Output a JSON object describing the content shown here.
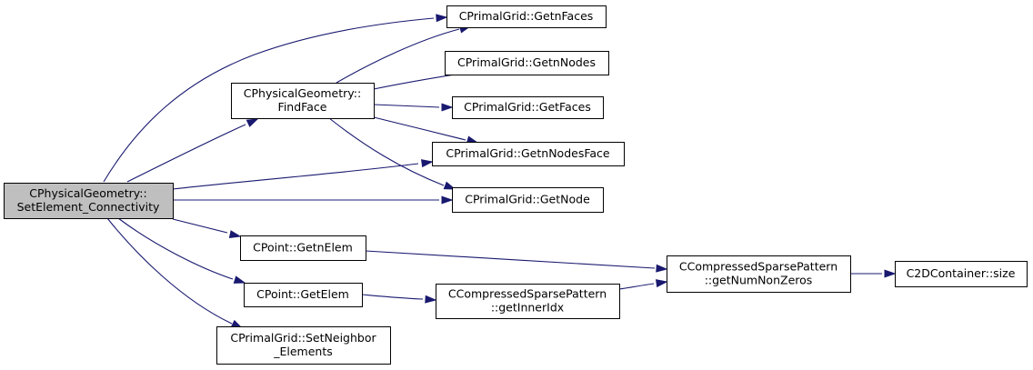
{
  "nodes": [
    {
      "id": "root",
      "lines": [
        "CPhysicalGeometry::",
        "SetElement_Connectivity"
      ],
      "root": true
    },
    {
      "id": "findface",
      "lines": [
        "CPhysicalGeometry::",
        "FindFace"
      ]
    },
    {
      "id": "getnfaces",
      "lines": [
        "CPrimalGrid::GetnFaces"
      ]
    },
    {
      "id": "getnnodes",
      "lines": [
        "CPrimalGrid::GetnNodes"
      ]
    },
    {
      "id": "getfaces",
      "lines": [
        "CPrimalGrid::GetFaces"
      ]
    },
    {
      "id": "getnnodesface",
      "lines": [
        "CPrimalGrid::GetnNodesFace"
      ]
    },
    {
      "id": "getnode",
      "lines": [
        "CPrimalGrid::GetNode"
      ]
    },
    {
      "id": "getnelem",
      "lines": [
        "CPoint::GetnElem"
      ]
    },
    {
      "id": "getelem",
      "lines": [
        "CPoint::GetElem"
      ]
    },
    {
      "id": "setneighbor",
      "lines": [
        "CPrimalGrid::SetNeighbor",
        "_Elements"
      ]
    },
    {
      "id": "getinneridx",
      "lines": [
        "CCompressedSparsePattern",
        "::getInnerIdx"
      ]
    },
    {
      "id": "getnumnonzeros",
      "lines": [
        "CCompressedSparsePattern",
        "::getNumNonZeros"
      ]
    },
    {
      "id": "size",
      "lines": [
        "C2DContainer::size"
      ]
    }
  ],
  "edges": [
    {
      "from": "root",
      "to": "getnfaces"
    },
    {
      "from": "root",
      "to": "findface"
    },
    {
      "from": "root",
      "to": "getnnodesface"
    },
    {
      "from": "root",
      "to": "getnode"
    },
    {
      "from": "root",
      "to": "getnelem"
    },
    {
      "from": "root",
      "to": "getelem"
    },
    {
      "from": "root",
      "to": "setneighbor"
    },
    {
      "from": "findface",
      "to": "getnfaces"
    },
    {
      "from": "findface",
      "to": "getnnodes"
    },
    {
      "from": "findface",
      "to": "getfaces"
    },
    {
      "from": "findface",
      "to": "getnnodesface"
    },
    {
      "from": "findface",
      "to": "getnode"
    },
    {
      "from": "getnelem",
      "to": "getnumnonzeros"
    },
    {
      "from": "getelem",
      "to": "getinneridx"
    },
    {
      "from": "getinneridx",
      "to": "getnumnonzeros"
    },
    {
      "from": "getnumnonzeros",
      "to": "size"
    }
  ],
  "colors": {
    "edge": "#191970",
    "root_fill": "#bfbfbf",
    "node_fill": "#ffffff",
    "border": "#000000"
  }
}
